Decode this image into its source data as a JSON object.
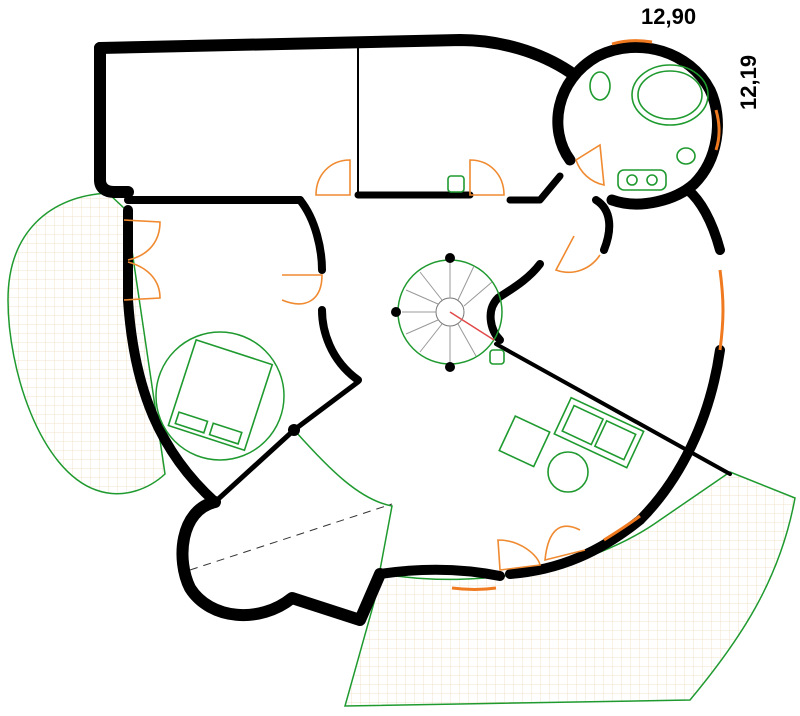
{
  "dimensions": {
    "width_label": "12,90",
    "depth_label": "12,19"
  },
  "colors": {
    "walls": "#000000",
    "doors": "#f08a30",
    "furniture": "#1f9a2f",
    "terrace_grid": "#f3e2cc",
    "terrace_outline": "#1f9a2f"
  },
  "icons": [
    "spiral-staircase",
    "bed",
    "sofa",
    "armchair",
    "round-table",
    "bathtub",
    "toilet",
    "sinks"
  ]
}
